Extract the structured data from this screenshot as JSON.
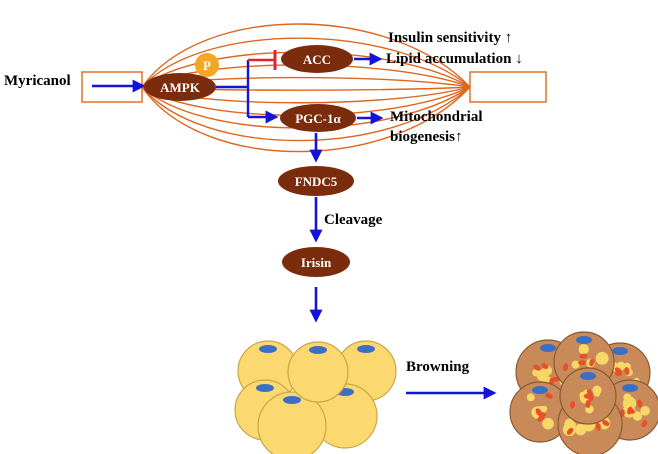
{
  "colors": {
    "muscle_line": "#e0661f",
    "node_fill": "#7b2c0c",
    "phospho_fill": "#f5a623",
    "arrow_blue": "#1414d6",
    "inhibit_red": "#e0242b",
    "white_fat_fill": "#fbd970",
    "white_fat_stroke": "#c9a646",
    "nucleus": "#3b6fc4",
    "brown_fat_fill": "#c98a5a",
    "brown_droplet": "#f7d765",
    "mitochondria": "#e8502a"
  },
  "labels": {
    "myricanol": "Myricanol",
    "insulin": "Insulin sensitivity ↑",
    "lipid": "Lipid accumulation ↓",
    "mito_line1": "Mitochondrial",
    "mito_line2": "biogenesis↑",
    "cleavage": "Cleavage",
    "browning": "Browning"
  },
  "nodes": {
    "ampk": "AMPK",
    "phospho": "P",
    "acc": "ACC",
    "pgc": "PGC-1α",
    "fndc5": "FNDC5",
    "irisin": "Irisin"
  }
}
